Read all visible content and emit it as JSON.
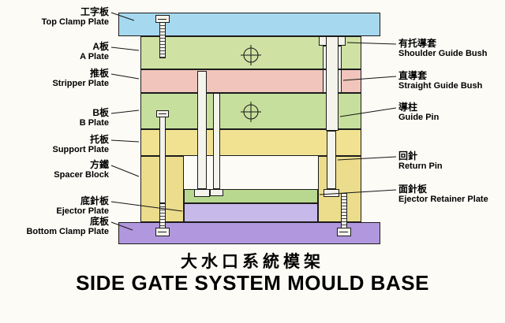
{
  "page": {
    "background": "#fcfbf6"
  },
  "title": {
    "zh": "大水口系統模架",
    "en": "SIDE GATE SYSTEM MOULD BASE"
  },
  "labels_left": [
    {
      "zh": "工字板",
      "en": "Top Clamp Plate"
    },
    {
      "zh": "A板",
      "en": "A Plate"
    },
    {
      "zh": "推板",
      "en": "Stripper Plate"
    },
    {
      "zh": "B板",
      "en": "B Plate"
    },
    {
      "zh": "托板",
      "en": "Support Plate"
    },
    {
      "zh": "方鐵",
      "en": "Spacer Block"
    },
    {
      "zh": "底針板",
      "en": "Ejector Plate"
    },
    {
      "zh": "底板",
      "en": "Bottom Clamp Plate"
    }
  ],
  "labels_right": [
    {
      "zh": "有托導套",
      "en": "Shoulder Guide Bush"
    },
    {
      "zh": "直導套",
      "en": "Straight Guide Bush"
    },
    {
      "zh": "導柱",
      "en": "Guide Pin"
    },
    {
      "zh": "回針",
      "en": "Return Pin"
    },
    {
      "zh": "面針板",
      "en": "Ejector Retainer Plate"
    }
  ],
  "colors": {
    "top_clamp": "#a6d9ef",
    "a_plate": "#cfe2a3",
    "stripper": "#f1c5bb",
    "b_plate": "#c7df9d",
    "support": "#f1e292",
    "spacer": "#ecdd8d",
    "retainer": "#b7d88e",
    "ejector": "#c7b9e9",
    "bottom_clamp": "#b197dd",
    "pin": "#f4f3ec",
    "outline": "#1c1c1c"
  }
}
